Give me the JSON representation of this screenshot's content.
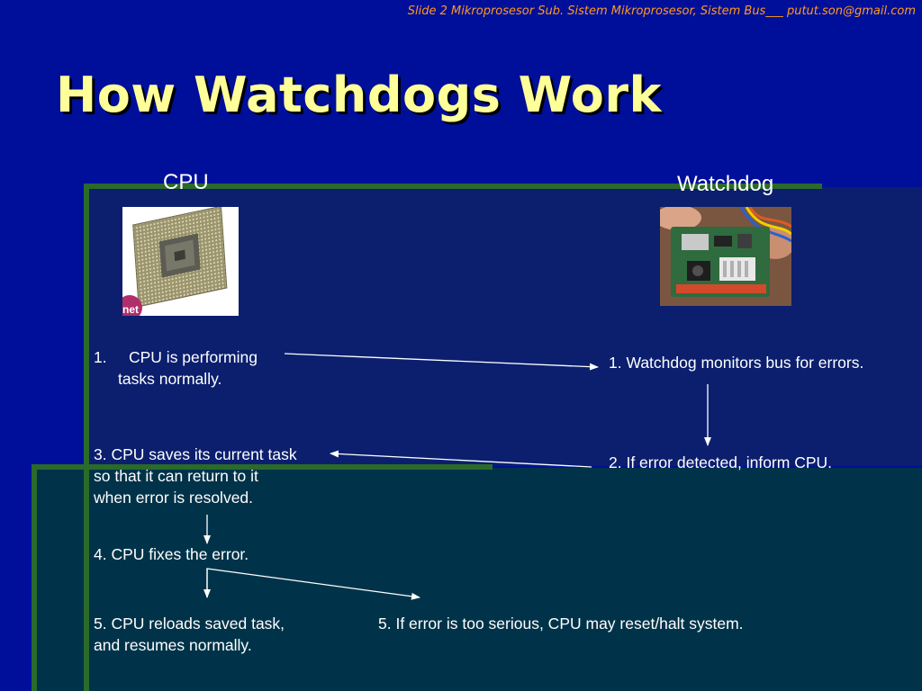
{
  "header": {
    "text": "Slide 2 Mikroprosesor Sub. Sistem Mikroprosesor, Sistem Bus___ putut.son@gmail.com"
  },
  "title": "How Watchdogs Work",
  "cpu_column": {
    "label": "CPU",
    "image_brand": "net"
  },
  "watchdog_column": {
    "label": "Watchdog"
  },
  "steps": {
    "cpu_1_num": "1.",
    "cpu_1_line1": "CPU is performing",
    "cpu_1_line2": "tasks normally.",
    "wd_1": "1. Watchdog monitors bus for errors.",
    "wd_2": "2. If error detected, inform CPU.",
    "cpu_3_line1": "3. CPU saves its current task",
    "cpu_3_line2": "so that it can return to it",
    "cpu_3_line3": "when error is resolved.",
    "cpu_4": "4. CPU fixes the error.",
    "cpu_5_line1": "5. CPU reloads saved task,",
    "cpu_5_line2": "and resumes normally.",
    "cpu_5b": "5. If error is too serious, CPU may reset/halt system."
  },
  "colors": {
    "background": "#000f9a",
    "title": "#ffff99",
    "header": "#ff9a1f",
    "panel_top": "#0b1f6e",
    "panel_bottom": "#003349",
    "accent_bar": "#2a6a2a"
  }
}
